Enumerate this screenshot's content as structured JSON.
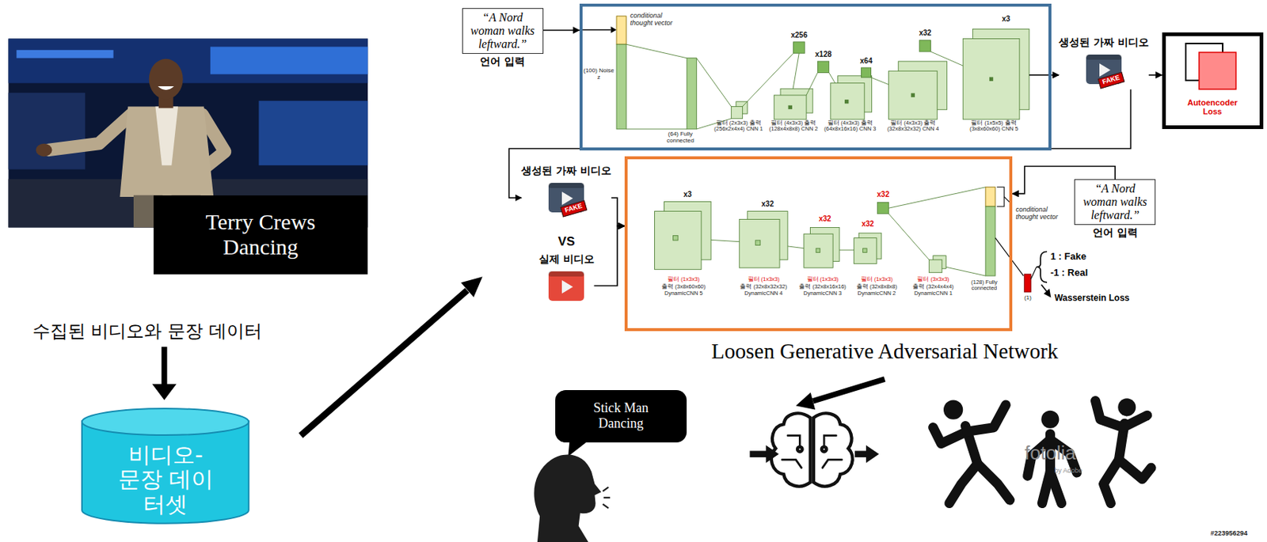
{
  "diagram": {
    "nodes": [
      {
        "text": [
          "Terry Crews Dancing"
        ]
      },
      {
        "text": [
          "비디오- 문장 데이터셋"
        ]
      },
      {
        "text": [
          "“A Nord woman walks leftward.”",
          "언어 입력"
        ]
      },
      {
        "text": [
          "conditional thought vector",
          "(100) Noise z",
          "(64) Fully connected",
          "x256",
          "필터 (2x3x3) 출력 (256x2x4x4) CNN 1",
          "x128",
          "필터 (4x3x3) 출력 (128x4x8x8) CNN 2",
          "x64",
          "필터 (4x3x3) 출력 (64x8x16x16) CNN 3",
          "x32",
          "필터 (4x3x3) 출력 (32x8x32x32) CNN 4",
          "x3",
          "필터 (1x5x5) 출력 (3x8x60x60) CNN 5"
        ]
      },
      {
        "text": [
          "생성된 가짜 비디오",
          "FAKE"
        ]
      },
      {
        "text": [
          "Autoencoder Loss"
        ]
      },
      {
        "text": [
          "생성된 가짜 비디오",
          "FAKE"
        ]
      },
      {
        "text": [
          "실제 비디오"
        ]
      },
      {
        "text": [
          "x3",
          "필터 (1x3x3)",
          "출력 (3x8x60x60) DynamicCNN 5",
          "x32",
          "필터 (1x3x3)",
          "출력 (32x8x32x32) DynamicCNN 4",
          "x32",
          "필터 (1x3x3)",
          "출력 (32x8x16x16) DynamicCNN 3",
          "x32",
          "필터 (1x3x3)",
          "출력 (32x8x8x8) DynamicCNN 2",
          "x32",
          "필터 (3x3x3)",
          "출력 (32x4x4x4) DynamicCNN 1",
          "(128) Fully connected"
        ]
      },
      {
        "text": [
          "“A Nord woman walks leftward.”",
          "언어 입력"
        ]
      },
      {
        "text": [
          "Stick Man Dancing"
        ]
      }
    ],
    "edges": [
      {
        "from": 2,
        "to": 3,
        "arrow": "to"
      },
      {
        "from": 3,
        "to": 4,
        "arrow": "to"
      },
      {
        "from": 4,
        "to": 5,
        "arrow": "to"
      },
      {
        "from": 4,
        "to": 6,
        "arrow": "to"
      },
      {
        "from": 6,
        "to": 8,
        "arrow": "to"
      },
      {
        "from": 7,
        "to": 8,
        "arrow": "to"
      },
      {
        "from": 9,
        "to": 8,
        "arrow": "to"
      }
    ],
    "labels": [
      "수집된 비디오와 문장 데이터",
      "VS",
      "conditional thought vector",
      "(1)",
      "1 : Fake",
      "-1 : Real",
      "Wasserstein Loss",
      "Loosen Generative Adversarial Network",
      "fotolia",
      "by Adobe",
      "#223956294"
    ]
  }
}
